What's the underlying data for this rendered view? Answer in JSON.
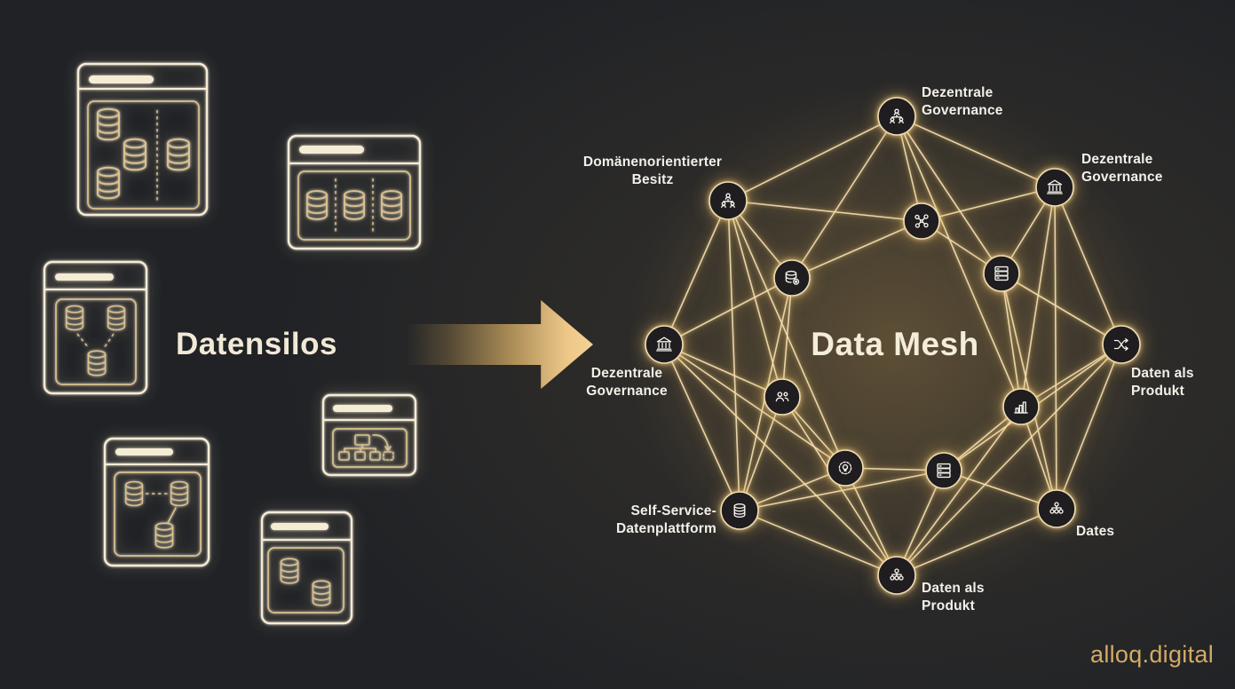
{
  "left": {
    "title": "Datensilos",
    "window_icons": [
      "window-databases-with-divider",
      "window-three-databases-two-dividers",
      "window-two-databases-merging-to-one",
      "window-flowchart-with-arrow",
      "window-linked-databases",
      "window-two-databases"
    ]
  },
  "arrow": {
    "direction": "right"
  },
  "mesh": {
    "title": "Data Mesh",
    "nodes": [
      {
        "id": "governance-top",
        "icon": "people-hierarchy-icon",
        "label": "Dezentrale\nGovernance"
      },
      {
        "id": "domain-ownership",
        "icon": "people-hierarchy-icon",
        "label": "Domänenorientierter\nBesitz"
      },
      {
        "id": "governance-right",
        "icon": "bank-icon",
        "label": "Dezentrale\nGovernance"
      },
      {
        "id": "network",
        "icon": "network-icon",
        "label": ""
      },
      {
        "id": "database-gear",
        "icon": "database-gear-icon",
        "label": ""
      },
      {
        "id": "server-upper",
        "icon": "server-icon",
        "label": ""
      },
      {
        "id": "governance-left",
        "icon": "bank-icon",
        "label": "Dezentrale\nGovernance"
      },
      {
        "id": "data-product-right",
        "icon": "shuffle-icon",
        "label": "Daten als\nProdukt"
      },
      {
        "id": "users",
        "icon": "users-icon",
        "label": ""
      },
      {
        "id": "bar-chart",
        "icon": "bar-chart-icon",
        "label": ""
      },
      {
        "id": "gear-bulb",
        "icon": "gear-bulb-icon",
        "label": ""
      },
      {
        "id": "server-lower",
        "icon": "server-icon",
        "label": ""
      },
      {
        "id": "self-service",
        "icon": "database-icon",
        "label": "Self-Service-\nDatenplattform"
      },
      {
        "id": "dates",
        "icon": "sitemap-icon",
        "label": "Dates"
      },
      {
        "id": "data-product-bottom",
        "icon": "sitemap-icon",
        "label": "Daten als\nProdukt"
      }
    ]
  },
  "brand": "alloq.digital",
  "colors": {
    "background": "#202226",
    "line_gold": "#f3e0b2",
    "node_ring": "#f0ddb4",
    "node_fill": "#1f1d1f",
    "window_cream": "#f5ecd6",
    "inner_gold": "#dcc18c",
    "text": "#f3f0e9",
    "brand_gold": "#d2ab66"
  }
}
